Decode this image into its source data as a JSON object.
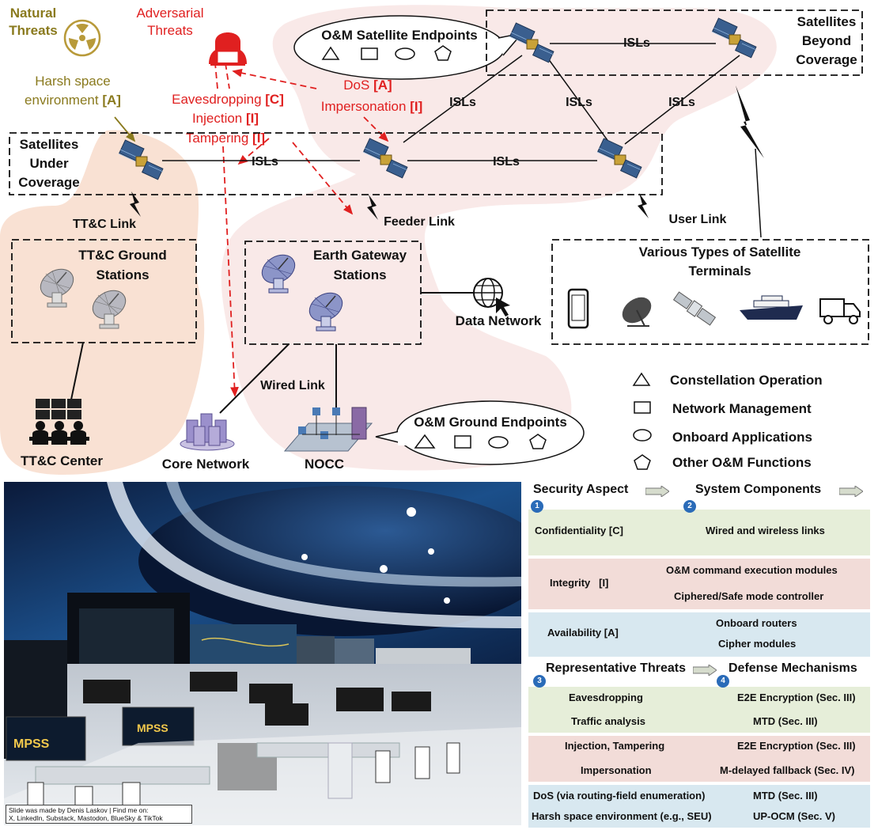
{
  "diagram": {
    "threats": {
      "natural": [
        "Natural",
        "Threats"
      ],
      "adversarial": [
        "Adversarial",
        "Threats"
      ],
      "harsh_line1": "Harsh space",
      "harsh_line2": "environment",
      "harsh_tag": "[A]",
      "dos": "DoS",
      "dos_tag": "[A]",
      "impersonation": "Impersonation",
      "impersonation_tag": "[I]",
      "eavesdropping": "Eavesdropping",
      "eavesdropping_tag": "[C]",
      "injection": "Injection",
      "injection_tag": "[I]",
      "tampering": "Tampering",
      "tampering_tag": "[I]"
    },
    "om_satellite_endpoints": "O&M Satellite Endpoints",
    "satellites_beyond": [
      "Satellites",
      "Beyond",
      "Coverage"
    ],
    "satellites_under": [
      "Satellites",
      "Under",
      "Coverage"
    ],
    "isl": "ISLs",
    "links": {
      "ttc": "TT&C Link",
      "feeder": "Feeder Link",
      "user": "User Link",
      "wired": "Wired Link"
    },
    "ttc_ground": [
      "TT&C Ground",
      "Stations"
    ],
    "earth_gateway": [
      "Earth Gateway",
      "Stations"
    ],
    "data_network": "Data Network",
    "terminals_title": [
      "Various Types of Satellite",
      "Terminals"
    ],
    "ttc_center": "TT&C Center",
    "core_network": "Core Network",
    "nocc": "NOCC",
    "om_ground_endpoints": "O&M Ground Endpoints",
    "legend": [
      {
        "shape": "triangle",
        "label": "Constellation Operation"
      },
      {
        "shape": "square",
        "label": "Network Management"
      },
      {
        "shape": "ellipse",
        "label": "Onboard Applications"
      },
      {
        "shape": "pentagon",
        "label": "Other O&M Functions"
      }
    ],
    "colors": {
      "natural": "#8a7a1e",
      "adversarial": "#e02020",
      "threat_region": "#f7e4e2",
      "ttc_region": "#f8dccb"
    }
  },
  "photo": {
    "credit_line1": "Slide was made by Denis Laskov | Find me on:",
    "credit_line2": "X, LinkedIn, Substack, Mastodon, BlueSky & TikTok",
    "screen_labels": [
      "MPSS",
      "MPSS"
    ]
  },
  "table": {
    "header_security": "Security Aspect",
    "header_components": "System Components",
    "header_threats": "Representative Threats",
    "header_defense": "Defense Mechanisms",
    "numbers": [
      "1",
      "2",
      "3",
      "4"
    ],
    "rows": [
      {
        "aspect": "Confidentiality [C]",
        "components": [
          "Wired and wireless links"
        ],
        "color": "#e6eed9"
      },
      {
        "aspect": "Integrity   [I]",
        "components": [
          "O&M command execution modules",
          "Ciphered/Safe mode controller"
        ],
        "color": "#f2dcd8"
      },
      {
        "aspect": "Availability [A]",
        "components": [
          "Onboard routers",
          "Cipher modules"
        ],
        "color": "#d8e8f0"
      }
    ],
    "threat_rows": [
      {
        "threats": [
          "Eavesdropping",
          "Traffic analysis"
        ],
        "defenses": [
          "E2E Encryption (Sec. III)",
          "MTD (Sec. III)"
        ],
        "color": "#e6eed9"
      },
      {
        "threats": [
          "Injection, Tampering",
          "Impersonation"
        ],
        "defenses": [
          "E2E Encryption (Sec. III)",
          "M-delayed fallback (Sec. IV)"
        ],
        "color": "#f2dcd8"
      },
      {
        "threats": [
          "DoS (via routing-field enumeration)",
          "Harsh space environment (e.g., SEU)"
        ],
        "defenses": [
          "MTD (Sec. III)",
          "UP-OCM (Sec. V)"
        ],
        "color": "#d8e8f0"
      }
    ]
  }
}
